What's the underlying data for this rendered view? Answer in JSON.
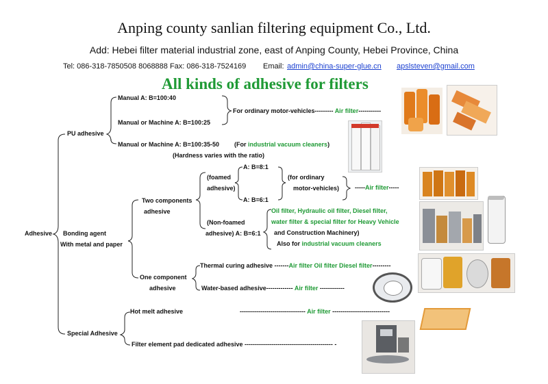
{
  "header": {
    "company": "Anping county sanlian filtering equipment Co., Ltd.",
    "address": "Add: Hebei filter material industrial zone, east of Anping County, Hebei Province, China",
    "tel_fax": "Tel: 086-318-7850508 8068888 Fax: 086-318-7524169",
    "email_label": "Email:",
    "email1": "admin@china-super-glue.cn",
    "email2": "apslsteven@gmail.com"
  },
  "heading": "All kinds of adhesive for filters",
  "tree": {
    "root": "Adhesive",
    "pu": {
      "label": "PU adhesive",
      "manual": "Manual A: B=100:40",
      "manual_machine1": "Manual or Machine A: B=100:25",
      "manual_machine2": "Manual or Machine A: B=100:35-50",
      "for_prefix": "(For",
      "for_green": "industrial vacuum cleaners",
      "for_suffix": ")",
      "hardness": "(Hardness varies with the ratio)",
      "ordinary_prefix": "For ordinary motor-vehicles---------",
      "ordinary_green": "Air filter",
      "ordinary_suffix": "-----------"
    },
    "bonding": {
      "label1": "Bonding agent",
      "label2": "With metal and paper",
      "two": {
        "label1": "Two components",
        "label2": "adhesive",
        "foamed1": "(foamed",
        "foamed2": "adhesive)",
        "ratio1": "A: B=8:1",
        "ratio2": "A: B=6:1",
        "ordinary1": "(for ordinary",
        "ordinary2": "motor-vehicles)",
        "air_prefix": "-----",
        "air_green": "Air filter",
        "air_suffix": "-----",
        "nonfoamed1": "(Non-foamed",
        "nonfoamed2": "adhesive) A: B=6:1",
        "oil_line1": "Oil filter, Hydraulic oil filter, Diesel filter,",
        "oil_line2": "water filter & special filter for Heavy Vehicle",
        "oil_line3": "and Construction Machinery)",
        "also_prefix": "Also for",
        "also_green": "industrial vacuum cleaners"
      },
      "one": {
        "label1": "One component",
        "label2": "adhesive",
        "thermal_prefix": "Thermal curing adhesive -------",
        "thermal_green": "Air filter Oil filter Diesel filter",
        "thermal_suffix": "---------",
        "water_prefix": "Water-based adhesive-------------",
        "water_green": "Air filter",
        "water_suffix": "------------"
      }
    },
    "special": {
      "label": "Special Adhesive",
      "hot_melt": "Hot melt adhesive",
      "hot_dash1": "--------------------------------",
      "hot_green": "Air filter",
      "hot_dash2": "----------------------------",
      "pad": "Filter element pad dedicated adhesive ------------------------------------------- -"
    }
  },
  "photos": [
    {
      "name": "orange-air-filters-photo",
      "label": ""
    },
    {
      "name": "panel-filters-photo",
      "label": ""
    },
    {
      "name": "vacuum-cleaner-filters-photo",
      "label": ""
    },
    {
      "name": "orange-cartridge-filters-photo",
      "label": ""
    },
    {
      "name": "oil-filters-photo",
      "label": ""
    },
    {
      "name": "white-cylinder-filter-photo",
      "label": ""
    },
    {
      "name": "mixed-filters-photo",
      "label": ""
    },
    {
      "name": "round-air-filter-photo",
      "label": ""
    },
    {
      "name": "flat-panel-filter-photo",
      "label": ""
    },
    {
      "name": "glue-machine-photo",
      "label": ""
    }
  ]
}
